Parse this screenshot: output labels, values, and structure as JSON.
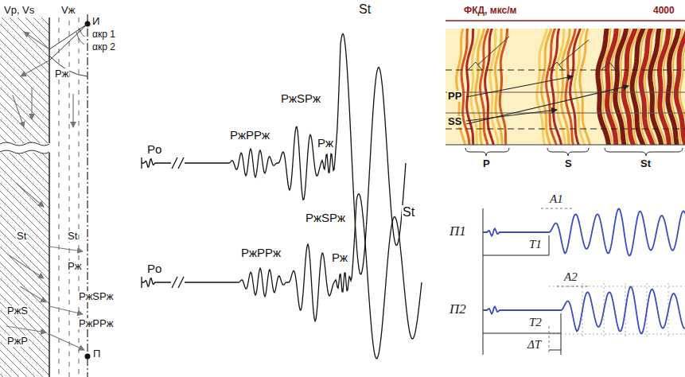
{
  "diagram": {
    "labels": [
      "Vp, Vs",
      "Vж",
      "И",
      "αкр 1",
      "αкр 2",
      "Pж",
      "St",
      "St",
      "Pж",
      "PжSPж",
      "PжS",
      "PжPPж",
      "PжP",
      "П",
      "St",
      "PжSPж",
      "Pж",
      "PжPPж",
      "Pо",
      "St",
      "PжSPж",
      "Pж",
      "PжPPж",
      "Pо",
      "ФКД, мкс/м",
      "4000",
      "PP",
      "SS",
      "P",
      "S",
      "St",
      "П1",
      "A1",
      "T1",
      "П2",
      "A2",
      "T2",
      "ΔT"
    ]
  }
}
